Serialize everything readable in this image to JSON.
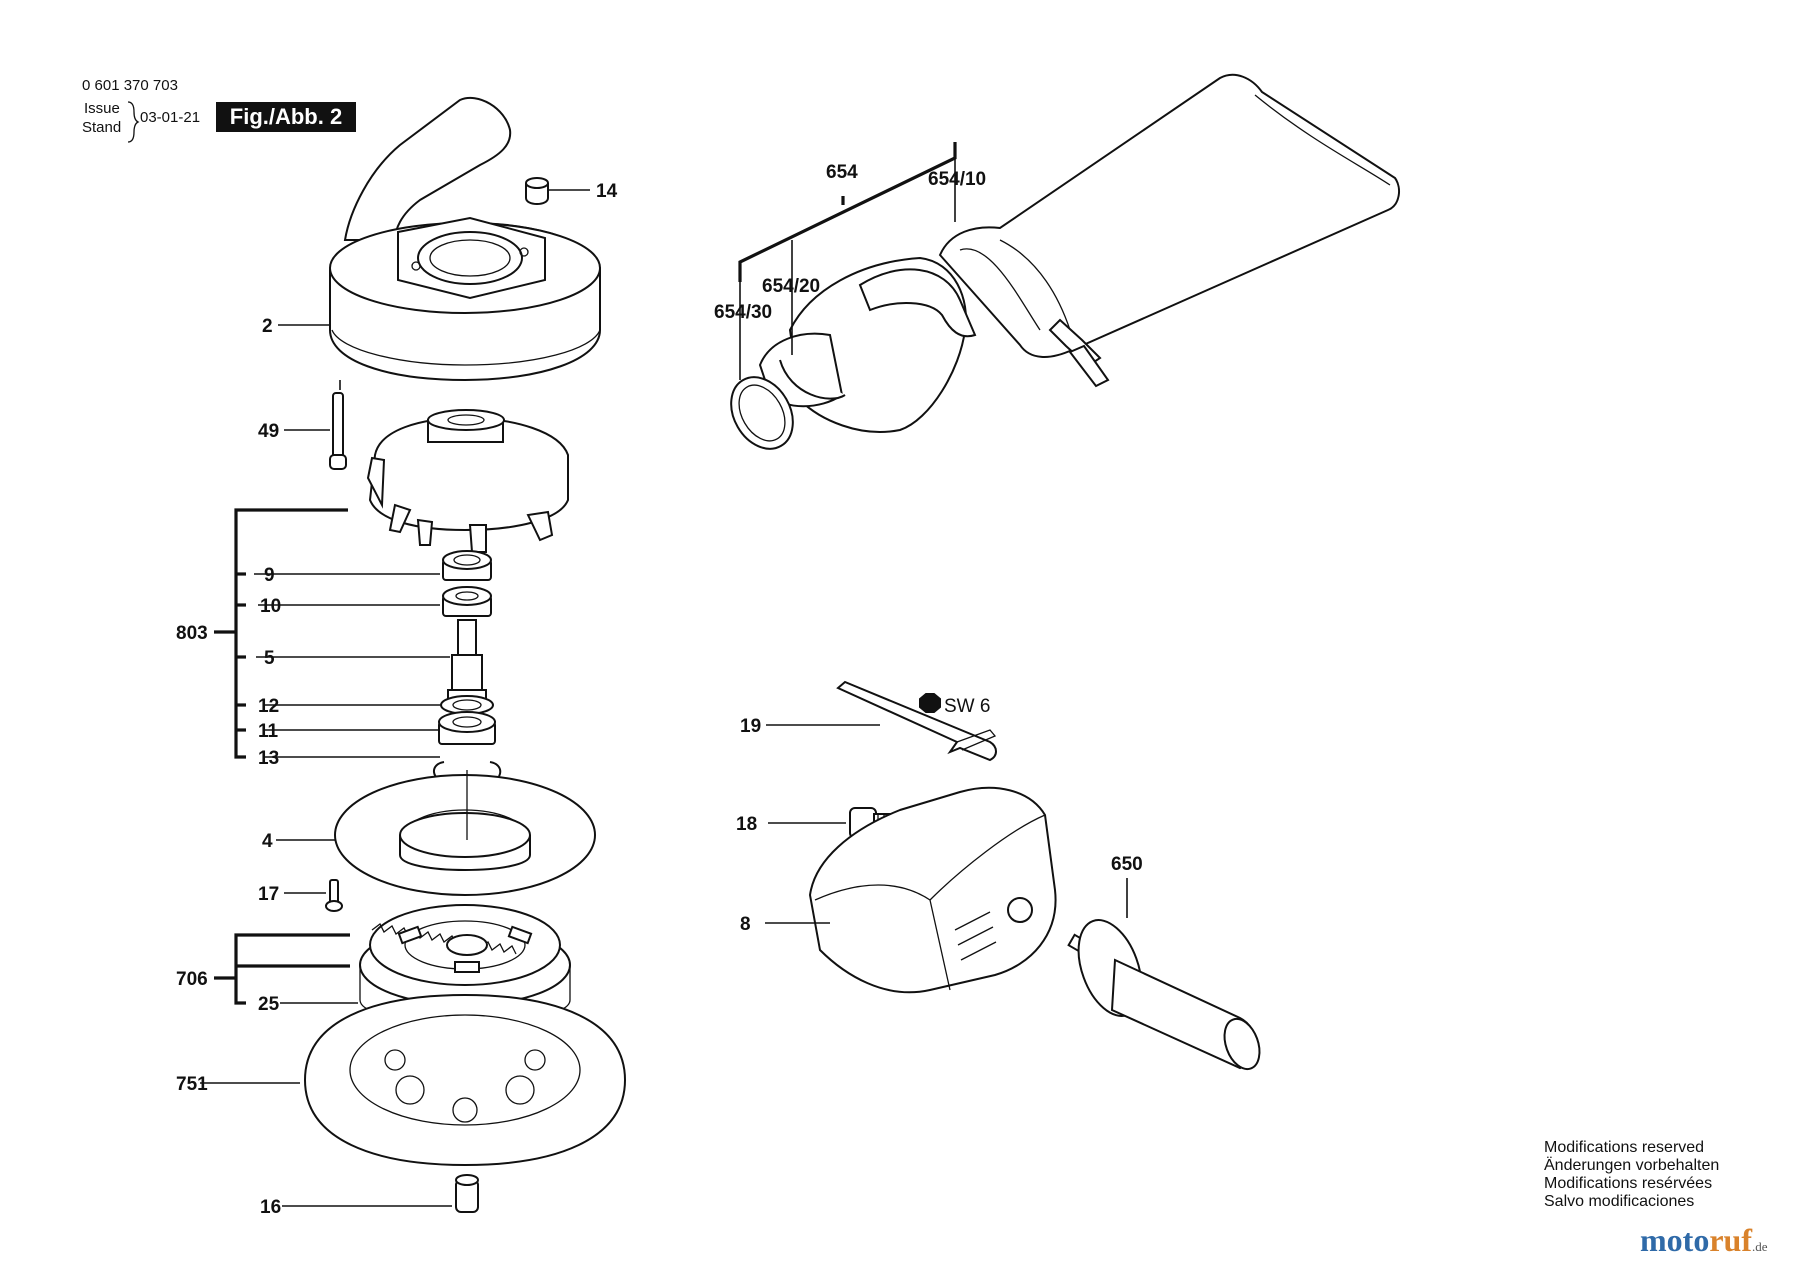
{
  "header": {
    "part_number": "0 601 370 703",
    "issue_label": "Issue",
    "stand_label": "Stand",
    "date": "03-01-21",
    "figure_label": "Fig./Abb. 2"
  },
  "callouts": {
    "c14": "14",
    "c2": "2",
    "c49": "49",
    "c9": "9",
    "c10": "10",
    "c803": "803",
    "c5": "5",
    "c12": "12",
    "c11": "11",
    "c13": "13",
    "c4": "4",
    "c17": "17",
    "c706": "706",
    "c25": "25",
    "c751": "751",
    "c16": "16",
    "c654": "654",
    "c654_10": "654/10",
    "c654_20": "654/20",
    "c654_30": "654/30",
    "c19": "19",
    "sw6": "SW 6",
    "c18": "18",
    "c8": "8",
    "c650": "650"
  },
  "notes": [
    "Modifications reserved",
    "Änderungen vorbehalten",
    "Modifications resérvées",
    "Salvo modificaciones"
  ],
  "watermark": {
    "part1": "moto",
    "part2": "ruf",
    "suffix": ".de"
  }
}
